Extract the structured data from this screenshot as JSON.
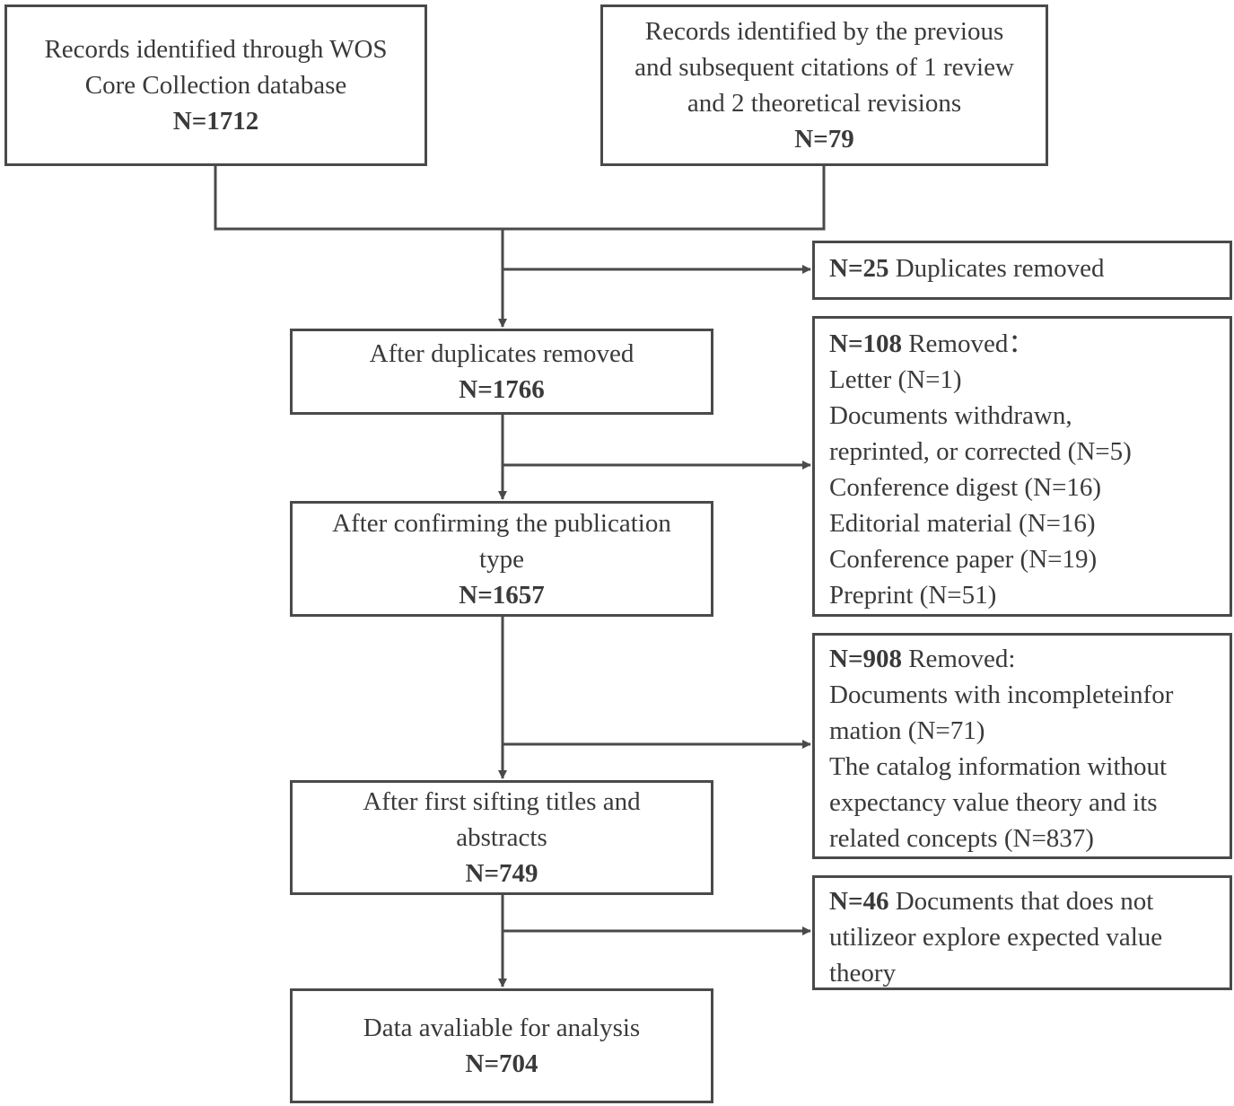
{
  "source_wos": {
    "lines": [
      "Records identified through WOS",
      "Core Collection database"
    ],
    "count": "N=1712"
  },
  "source_citations": {
    "lines": [
      "Records identified by the previous",
      "and subsequent citations of 1 review",
      "and 2 theoretical revisions"
    ],
    "count": "N=79"
  },
  "duplicates_removed": {
    "count": "N=25",
    "text": " Duplicates removed"
  },
  "after_duplicates": {
    "lines": [
      "After duplicates removed"
    ],
    "count": "N=1766"
  },
  "publication_type_removed": {
    "count": "N=108",
    "text": " Removed：",
    "items": [
      "Letter (N=1)",
      "Documents withdrawn,",
      "reprinted, or corrected (N=5)",
      "Conference digest (N=16)",
      "Editorial material (N=16)",
      "Conference paper (N=19)",
      "Preprint (N=51)"
    ]
  },
  "after_publication_type": {
    "lines": [
      "After confirming the publication",
      "type"
    ],
    "count": "N=1657"
  },
  "sifting_removed": {
    "count": "N=908",
    "text": " Removed:",
    "items": [
      "Documents with incompleteinfor",
      "mation (N=71)",
      "The catalog information without",
      "expectancy value theory and its",
      "related concepts (N=837)"
    ]
  },
  "after_first_sifting": {
    "lines": [
      "After first sifting titles and",
      "abstracts"
    ],
    "count": "N=749"
  },
  "not_utilize_removed": {
    "count": "N=46",
    "text": " Documents that does not",
    "items": [
      "utilizeor explore expected value",
      "theory"
    ]
  },
  "final_data": {
    "lines": [
      "Data avaliable for analysis"
    ],
    "count": "N=704"
  }
}
